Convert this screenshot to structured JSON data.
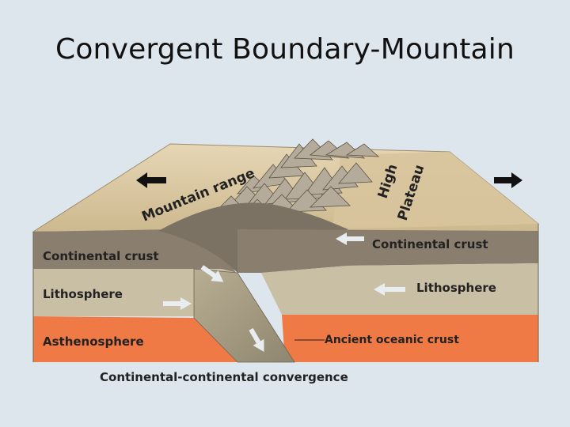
{
  "slide": {
    "title": "Convergent Boundary-Mountain"
  },
  "diagram": {
    "labels": {
      "mountain_range": "Mountain range",
      "high": "High",
      "plateau": "Plateau",
      "continental_crust_left": "Continental crust",
      "continental_crust_right": "Continental crust",
      "lithosphere_left": "Lithosphere",
      "lithosphere_right": "Lithosphere",
      "asthenosphere": "Asthenosphere",
      "ancient_oceanic_crust": "Ancient oceanic crust",
      "caption": "Continental-continental convergence"
    },
    "colors": {
      "surface": "#dcc9a4",
      "crust": "#8a7f6e",
      "lithosphere": "#c9bfa5",
      "asthenosphere": "#ef7a45",
      "plate_slab": "#a89f86",
      "arrow": "#111111",
      "motion_arrow": "#e8edf2"
    }
  }
}
